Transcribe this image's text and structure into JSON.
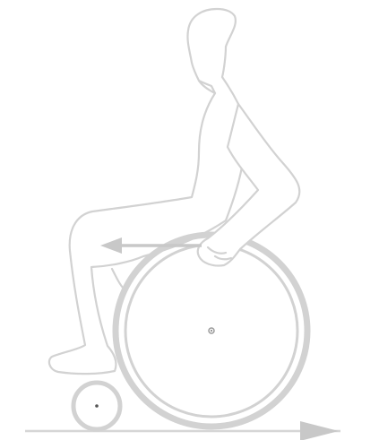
{
  "figure": {
    "type": "wheelchair-propulsion-illustration",
    "colors": {
      "outline": "#d2d2d2",
      "wheel": "#d2d2d2",
      "arrow": "#c8c8c8",
      "hub": "#9a9a9a",
      "background": "#ffffff"
    },
    "arrows": [
      {
        "name": "push-direction-arrow",
        "direction": "left"
      },
      {
        "name": "travel-direction-arrow",
        "direction": "right"
      }
    ]
  }
}
